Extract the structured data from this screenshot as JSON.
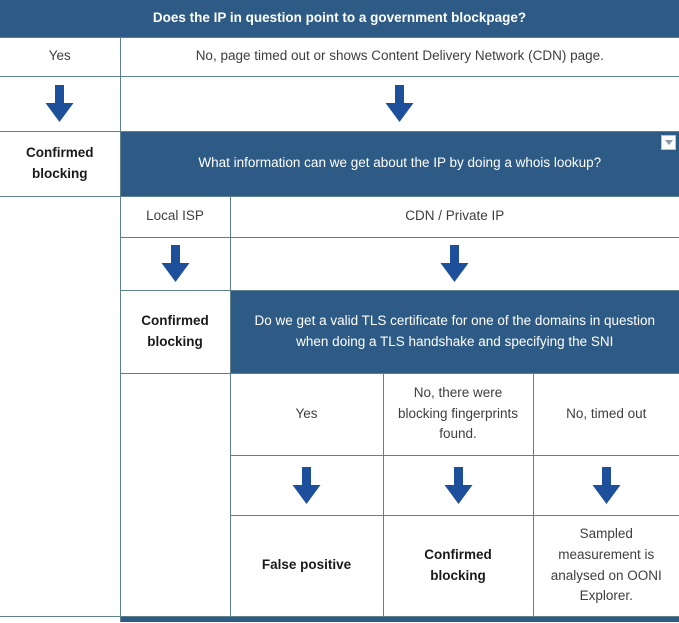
{
  "colors": {
    "header_bg": "#2d5b86",
    "header_text": "#ffffff",
    "arrow": "#1e4f9a",
    "border": "#5d828c",
    "text": "#3e3e3e",
    "outcome_text": "#1a1a1a",
    "page_bg": "#ffffff"
  },
  "icons": {
    "down_arrow": "block-down-arrow",
    "collapse": "down-triangle"
  },
  "flowchart": {
    "step1": {
      "question": "Does the IP in question point to a government blockpage?",
      "answer_yes": "Yes",
      "answer_no": "No, page timed out or shows Content Delivery Network (CDN) page.",
      "outcome_yes": "Confirmed blocking"
    },
    "step2": {
      "question": "What information can we get about the IP by doing a whois lookup?",
      "answer_local_isp": "Local ISP",
      "answer_cdn": "CDN / Private IP",
      "outcome_local_isp": "Confirmed blocking"
    },
    "step3": {
      "question": "Do we get a valid TLS certificate for one of the domains in question when doing a TLS handshake and specifying the SNI",
      "answer_yes": "Yes",
      "answer_no_fingerprints": "No, there were blocking fingerprints found.",
      "answer_no_timeout": "No, timed out",
      "outcome_yes": "False positive",
      "outcome_no_fingerprints": "Confirmed blocking",
      "outcome_no_timeout": "Sampled measurement is analysed on OONI Explorer."
    }
  }
}
